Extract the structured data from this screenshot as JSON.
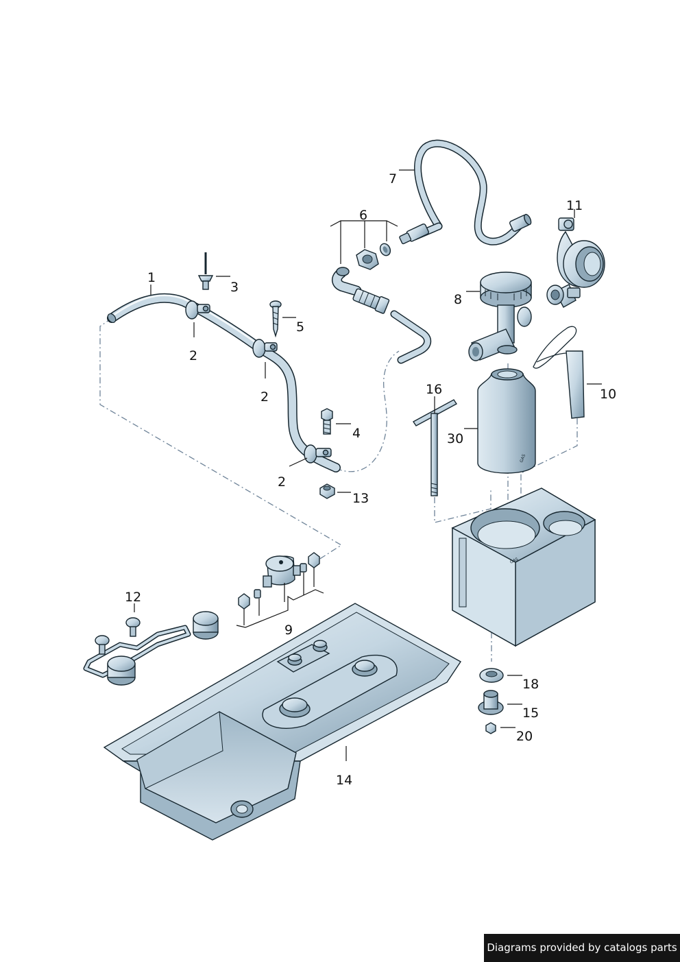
{
  "diagram": {
    "callouts": {
      "c1": "1",
      "c2a": "2",
      "c2b": "2",
      "c2c": "2",
      "c3": "3",
      "c4": "4",
      "c5": "5",
      "c6": "6",
      "c7": "7",
      "c8": "8",
      "c9": "9",
      "c10": "10",
      "c11": "11",
      "c12": "12",
      "c13": "13",
      "c14": "14",
      "c15": "15",
      "c16": "16",
      "c18": "18",
      "c20": "20",
      "c30": "30"
    },
    "part_marks": {
      "cartridge": "GAS",
      "box": "GAS"
    }
  },
  "footer": {
    "credit": "Diagrams provided by catalogs parts"
  },
  "colors": {
    "part_fill": "#c9dae5",
    "part_shade": "#8fa8b8",
    "outline": "#16262f",
    "dash": "#6e8398",
    "banner": "#141414"
  }
}
